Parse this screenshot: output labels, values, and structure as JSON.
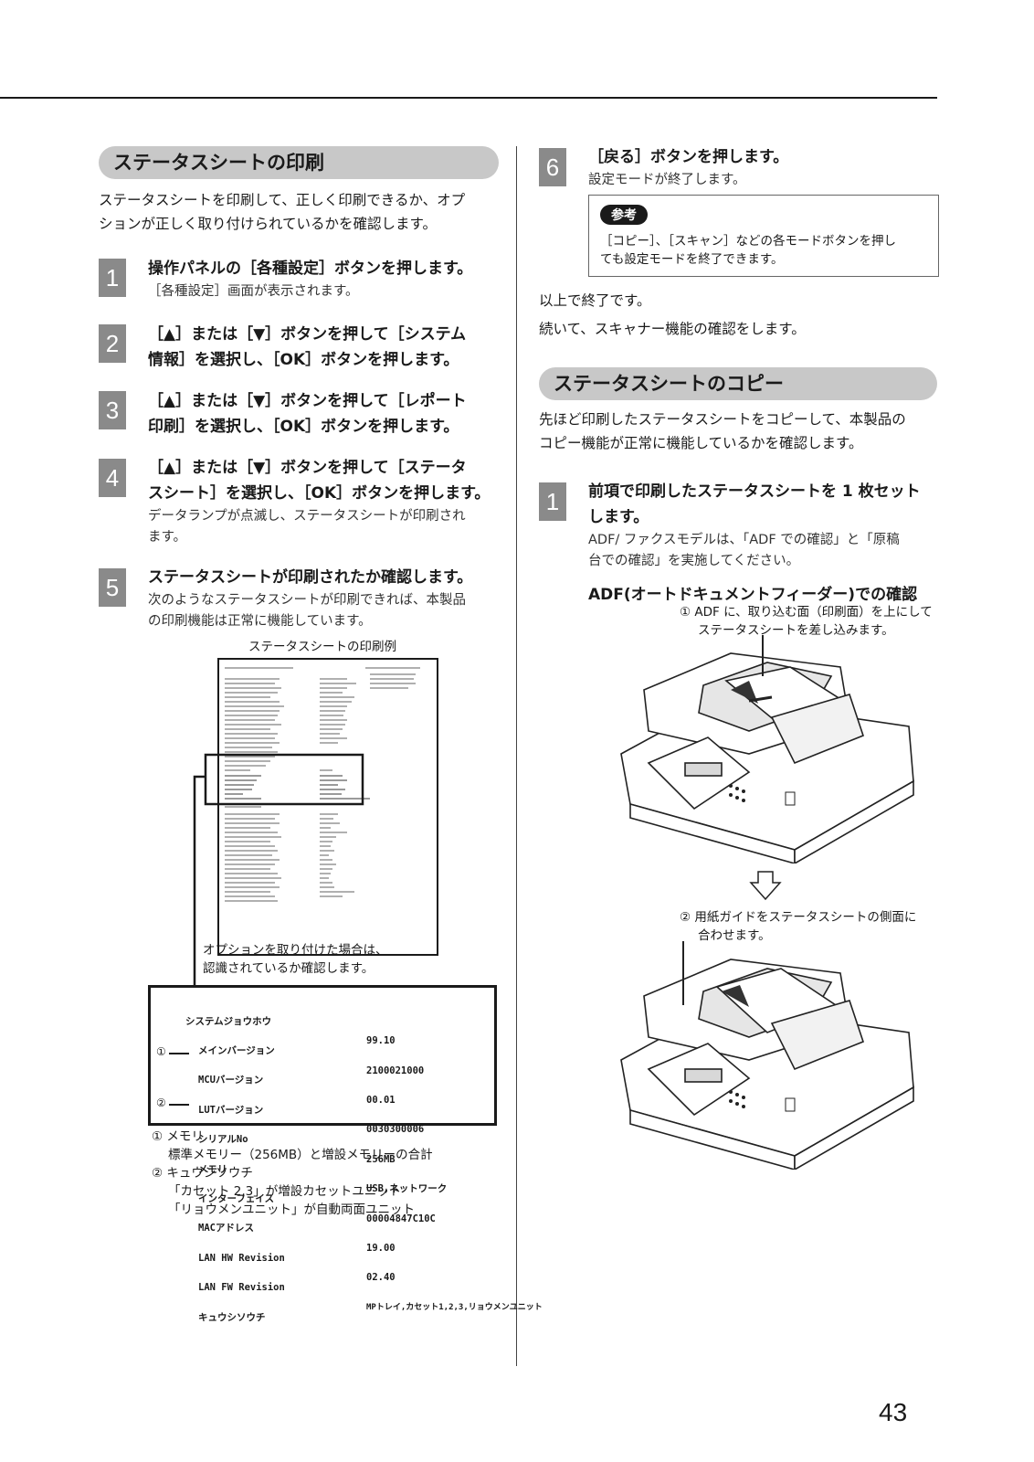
{
  "left": {
    "section_title": "ステータスシートの印刷",
    "intro": [
      "ステータスシートを印刷して、正しく印刷できるか、オプ",
      "ションが正しく取り付けられているかを確認します。"
    ],
    "steps": [
      {
        "num": "1",
        "title": [
          "操作パネルの［各種設定］ボタンを押します。"
        ],
        "desc": [
          "［各種設定］画面が表示されます。"
        ]
      },
      {
        "num": "2",
        "title": [
          "［▲］または［▼］ボタンを押して［システム",
          "情報］を選択し、［OK］ボタンを押します。"
        ],
        "desc": []
      },
      {
        "num": "3",
        "title": [
          "［▲］または［▼］ボタンを押して［レポート",
          "印刷］を選択し、［OK］ボタンを押します。"
        ],
        "desc": []
      },
      {
        "num": "4",
        "title": [
          "［▲］または［▼］ボタンを押して［ステータ",
          "スシート］を選択し、［OK］ボタンを押します。"
        ],
        "desc": [
          "データランプが点滅し、ステータスシートが印刷され",
          "ます。"
        ]
      },
      {
        "num": "5",
        "title": [
          "ステータスシートが印刷されたか確認します。"
        ],
        "desc": [
          "次のようなステータスシートが印刷できれば、本製品",
          "の印刷機能は正常に機能しています。"
        ]
      }
    ],
    "example_caption": "ステータスシートの印刷例",
    "option_note": [
      "オプションを取り付けた場合は、",
      "認識されているか確認します。"
    ],
    "zoom_labels": [
      "システムジョウホウ",
      "メインバージョン",
      "MCUバージョン",
      "LUTバージョン",
      "シリアルNo",
      "メモリ",
      "インターフェイス",
      "MACアドレス",
      "LAN HW Revision",
      "LAN FW Revision",
      "キュウシソウチ"
    ],
    "zoom_values": [
      "",
      "99.10",
      "2100021000",
      "00.01",
      "0030300006",
      "256MB",
      "USB,ネットワーク",
      "00004847C10C",
      "19.00",
      "02.40",
      "MPトレイ,カセット1,2,3,リョウメンユニット"
    ],
    "markers": [
      "①",
      "②"
    ],
    "footnotes": [
      "① メモリ",
      "標準メモリー（256MB）と増設メモリーの合計",
      "② キュウシソウチ",
      "「カセット 2,3」が増設カセットユニット",
      "「リョウメンユニット」が自動両面ユニット"
    ]
  },
  "right": {
    "step6": {
      "num": "6",
      "title": "［戻る］ボタンを押します。",
      "desc": "設定モードが終了します。"
    },
    "note_label": "参考",
    "note_text": [
      "［コピー］、［スキャン］などの各モードボタンを押し",
      "ても設定モードを終了できます。"
    ],
    "closing": [
      "以上で終了です。",
      "続いて、スキャナー機能の確認をします。"
    ],
    "section_title": "ステータスシートのコピー",
    "intro": [
      "先ほど印刷したステータスシートをコピーして、本製品の",
      "コピー機能が正常に機能しているかを確認します。"
    ],
    "step1": {
      "num": "1",
      "title": [
        "前項で印刷したステータスシートを 1 枚セット",
        "します。"
      ],
      "desc": [
        "ADF/ ファクスモデルは、「ADF での確認」と「原稿",
        "台での確認」を実施してください。"
      ]
    },
    "sub_heading": "ADF(オートドキュメントフィーダー)での確認",
    "callout1": [
      "① ADF に、取り込む面（印刷面）を上にして",
      "ステータスシートを差し込みます。"
    ],
    "callout2": [
      "② 用紙ガイドをステータスシートの側面に",
      "合わせます。"
    ]
  },
  "page_number": "43"
}
